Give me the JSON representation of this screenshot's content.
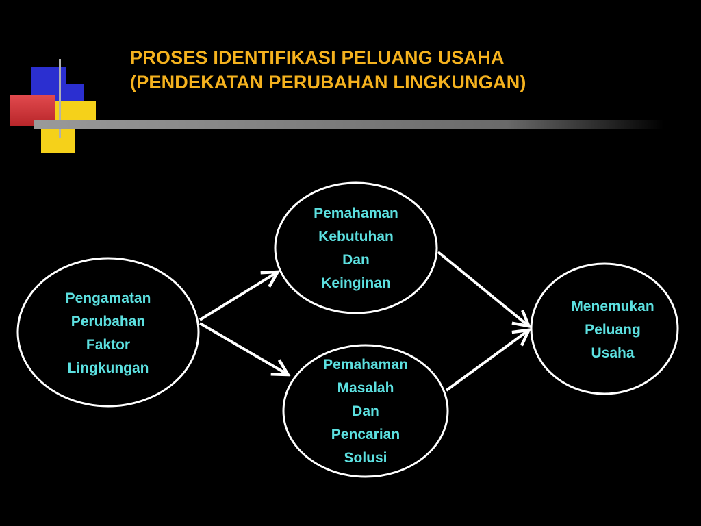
{
  "title": {
    "line1": "PROSES IDENTIFIKASI PELUANG USAHA",
    "line2": "(PENDEKATAN PERUBAHAN LINGKUNGAN)"
  },
  "colors": {
    "background": "#000000",
    "title": "#f5b21e",
    "node_text": "#5ce0e0",
    "node_outline": "#ffffff",
    "arrow": "#ffffff",
    "deco_blue": "#2b2fd0",
    "deco_red": "#d8363a",
    "deco_yellow": "#f5d11a"
  },
  "nodes": [
    {
      "id": "pengamatan",
      "lines": [
        "Pengamatan",
        "Perubahan",
        "Faktor",
        "Lingkungan"
      ]
    },
    {
      "id": "kebutuhan",
      "lines": [
        "Pemahaman",
        "Kebutuhan",
        "Dan",
        "Keinginan"
      ]
    },
    {
      "id": "masalah",
      "lines": [
        "Pemahaman",
        "Masalah",
        "Dan",
        "Pencarian",
        "Solusi"
      ]
    },
    {
      "id": "peluang",
      "lines": [
        "Menemukan",
        "Peluang",
        "Usaha"
      ]
    }
  ],
  "edges": [
    {
      "from": "pengamatan",
      "to": "kebutuhan"
    },
    {
      "from": "pengamatan",
      "to": "masalah"
    },
    {
      "from": "kebutuhan",
      "to": "peluang"
    },
    {
      "from": "masalah",
      "to": "peluang"
    }
  ]
}
